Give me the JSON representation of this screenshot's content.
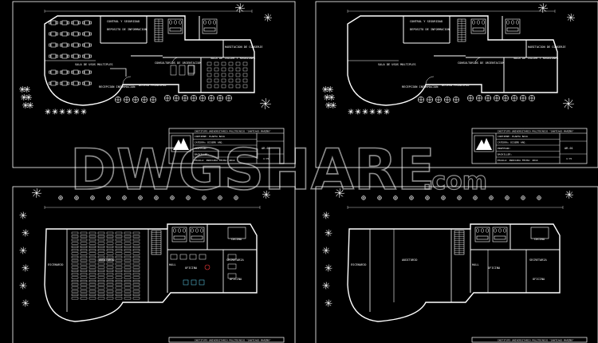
{
  "watermark": {
    "brand": "DWGSHARE",
    "suffix": ".com"
  },
  "colors": {
    "background": "#000000",
    "line": "#ffffff",
    "accent_red": "#ff3b3b",
    "cyan": "#66e0ff"
  },
  "sheets": [
    {
      "id": "sheet-1",
      "rooms": [
        {
          "id": "control",
          "text": "CONTROL Y SEGURIDAD"
        },
        {
          "id": "deposito",
          "text": "DEPOSITO DE INFORMACION"
        },
        {
          "id": "sala-usos",
          "text": "SALA DE USOS MULTIPLES"
        },
        {
          "id": "recepcion",
          "text": "RECEPCION INFORMACION"
        },
        {
          "id": "acceso",
          "text": "ACCESO PRINCIPAL"
        },
        {
          "id": "consultorios",
          "text": "CONSULTORIOS DE ORIENTACION"
        },
        {
          "id": "sala-taller",
          "text": "SALA DE TALLER Y REUNIONES"
        },
        {
          "id": "habitacion",
          "text": "HABITACION DE CONSERJE"
        }
      ],
      "title_block": {
        "institute": "INSTITUTO UNIVERSITARIO POLITECNICO \"SANTIAGO MARIÑO\"",
        "rows": [
          "CONTIENE: PLANTA BAJA",
          "CATEDRA: DISEÑO ARQ.",
          "PROFESOR:",
          "BACHILLER:",
          "ESCALA: INDICADA   FECHA: 2014"
        ],
        "sheet_no": "AR-01",
        "scale": "1:75"
      }
    },
    {
      "id": "sheet-2",
      "rooms": [
        {
          "id": "control",
          "text": "CONTROL Y SEGURIDAD"
        },
        {
          "id": "deposito",
          "text": "DEPOSITO DE INFORMACION"
        },
        {
          "id": "sala-usos",
          "text": "SALA DE USOS MULTIPLES"
        },
        {
          "id": "recepcion",
          "text": "RECEPCION INFORMACION"
        },
        {
          "id": "acceso",
          "text": "ACCESO PRINCIPAL"
        },
        {
          "id": "consultorios",
          "text": "CONSULTORIOS DE ORIENTACION"
        },
        {
          "id": "sala-taller",
          "text": "SALA DE TALLER Y REUNIONES"
        },
        {
          "id": "habitacion",
          "text": "HABITACION DE CONSERJE"
        }
      ],
      "title_block": {
        "institute": "INSTITUTO UNIVERSITARIO POLITECNICO \"SANTIAGO MARIÑO\"",
        "rows": [
          "CONTIENE: PLANTA BAJA",
          "CATEDRA: DISEÑO ARQ.",
          "PROFESOR:",
          "BACHILLER:",
          "ESCALA: INDICADA   FECHA: 2014"
        ],
        "sheet_no": "AR-01",
        "scale": "1:75"
      }
    },
    {
      "id": "sheet-3",
      "rooms": [
        {
          "id": "auditorio",
          "text": "AUDITORIO"
        },
        {
          "id": "escenario",
          "text": "ESCENARIO"
        },
        {
          "id": "cocina",
          "text": "COCINA"
        },
        {
          "id": "secretaria",
          "text": "SECRETARIA"
        },
        {
          "id": "oficina-1",
          "text": "OFICINA"
        },
        {
          "id": "oficina-2",
          "text": "OFICINA"
        },
        {
          "id": "hall",
          "text": "HALL"
        }
      ],
      "title_block": {
        "institute": "INSTITUTO UNIVERSITARIO POLITECNICO \"SANTIAGO MARIÑO\""
      }
    },
    {
      "id": "sheet-4",
      "rooms": [
        {
          "id": "auditorio",
          "text": "AUDITORIO"
        },
        {
          "id": "escenario",
          "text": "ESCENARIO"
        },
        {
          "id": "cocina",
          "text": "COCINA"
        },
        {
          "id": "secretaria",
          "text": "SECRETARIA"
        },
        {
          "id": "oficina-1",
          "text": "OFICINA"
        },
        {
          "id": "oficina-2",
          "text": "OFICINA"
        },
        {
          "id": "hall",
          "text": "HALL"
        }
      ],
      "title_block": {
        "institute": "INSTITUTO UNIVERSITARIO POLITECNICO \"SANTIAGO MARIÑO\""
      }
    }
  ]
}
